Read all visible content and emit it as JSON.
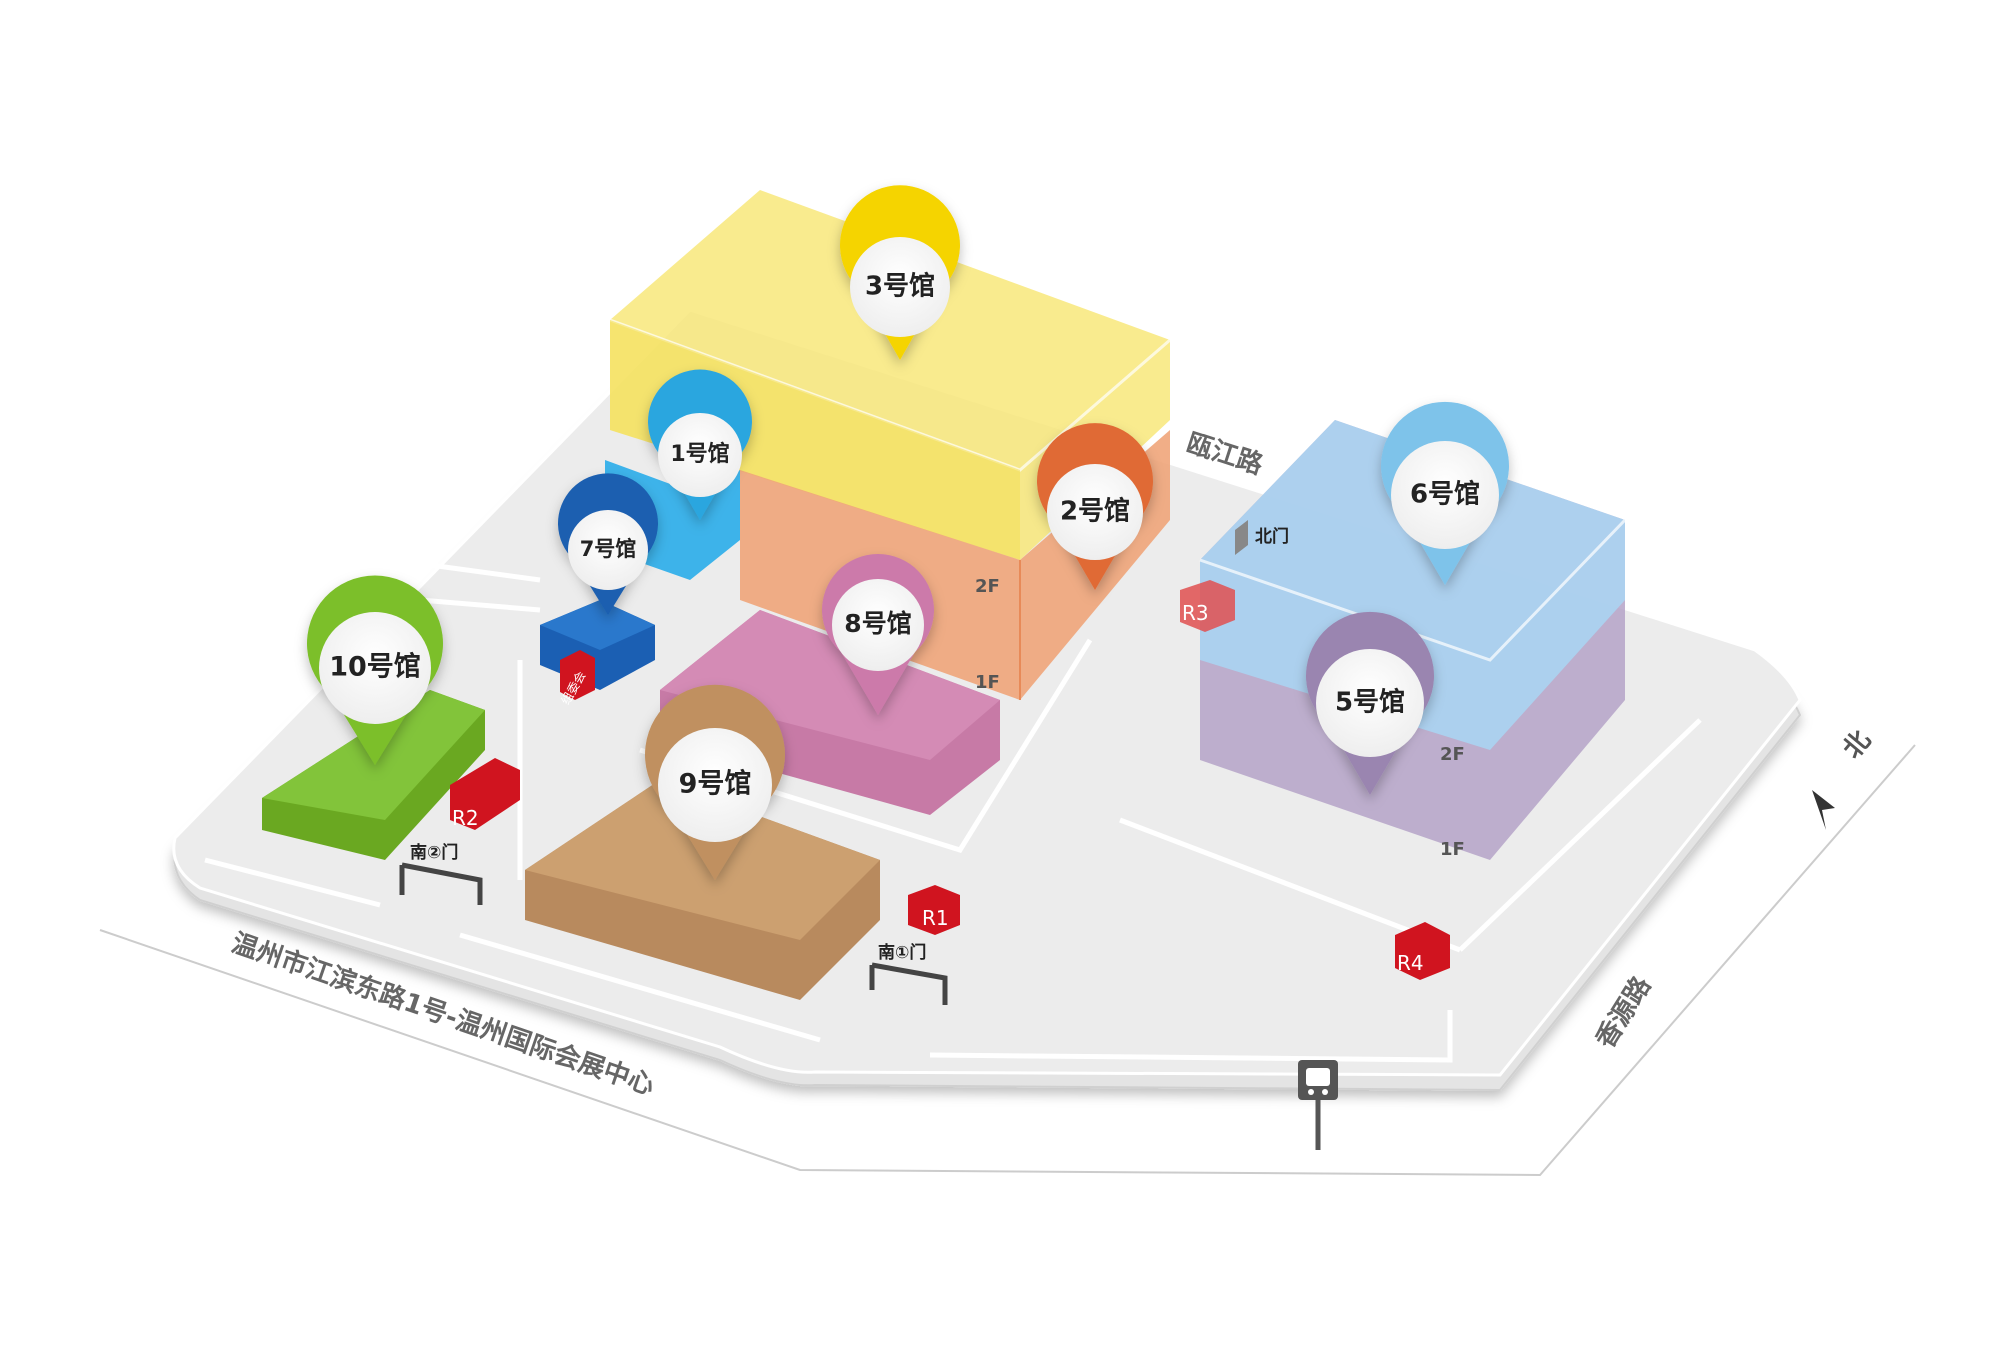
{
  "halls": {
    "hall_3": {
      "label": "3号馆",
      "color": "#f5d400"
    },
    "hall_1": {
      "label": "1号馆",
      "color": "#2ba6df"
    },
    "hall_2": {
      "label": "2号馆",
      "color": "#e06a35"
    },
    "hall_7": {
      "label": "7号馆",
      "color": "#1a5fb0"
    },
    "hall_8": {
      "label": "8号馆",
      "color": "#cc7aaa"
    },
    "hall_10": {
      "label": "10号馆",
      "color": "#7cbf2a"
    },
    "hall_9": {
      "label": "9号馆",
      "color": "#c09060"
    },
    "hall_6": {
      "label": "6号馆",
      "color": "#7ec3ea"
    },
    "hall_5": {
      "label": "5号馆",
      "color": "#9a85b0"
    }
  },
  "floors": {
    "f2a": "2F",
    "f1a": "1F",
    "f2b": "2F",
    "f1b": "1F"
  },
  "roads": {
    "oujiang": "瓯江路",
    "xiangyuan": "香源路",
    "address": "温州市江滨东路1号-温州国际会展中心"
  },
  "gates": {
    "north": "北门",
    "south_1": "南①门",
    "south_2": "南②门"
  },
  "markers": {
    "r1": "R1",
    "r2": "R2",
    "r3": "R3",
    "r4": "R4",
    "committee": "组委会"
  },
  "compass": {
    "label": "北",
    "icon": "north-arrow-icon"
  },
  "bus": {
    "icon": "bus-stop-icon"
  }
}
